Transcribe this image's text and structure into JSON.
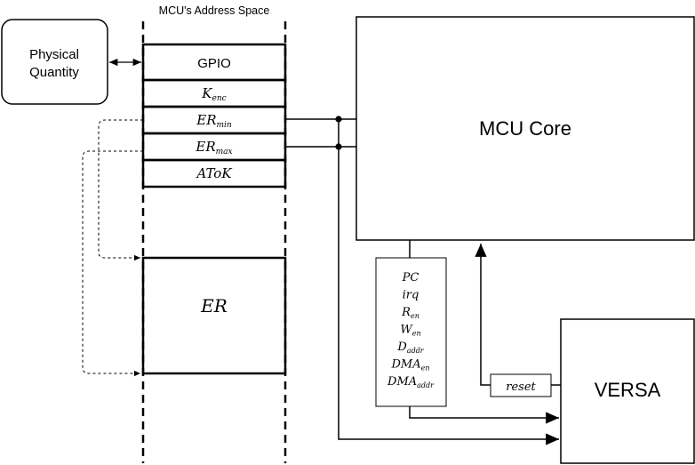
{
  "address_space": {
    "title": "MCU's Address Space",
    "gpio": "GPIO",
    "k_enc": {
      "base": "K",
      "sub": "enc"
    },
    "er_min": {
      "base": "ER",
      "sub": "min"
    },
    "er_max": {
      "base": "ER",
      "sub": "max"
    },
    "atok": {
      "base": "AToK"
    },
    "er": {
      "base": "ER"
    }
  },
  "physical_quantity": {
    "line1": "Physical",
    "line2": "Quantity"
  },
  "mcu_core": {
    "label": "MCU Core"
  },
  "versa": {
    "label": "VERSA"
  },
  "reset": {
    "base": "reset"
  },
  "signals": [
    {
      "base": "PC",
      "sub": ""
    },
    {
      "base": "irq",
      "sub": ""
    },
    {
      "base": "R",
      "sub": "en"
    },
    {
      "base": "W",
      "sub": "en"
    },
    {
      "base": "D",
      "sub": "addr"
    },
    {
      "base": "DMA",
      "sub": "en"
    },
    {
      "base": "DMA",
      "sub": "addr"
    }
  ]
}
